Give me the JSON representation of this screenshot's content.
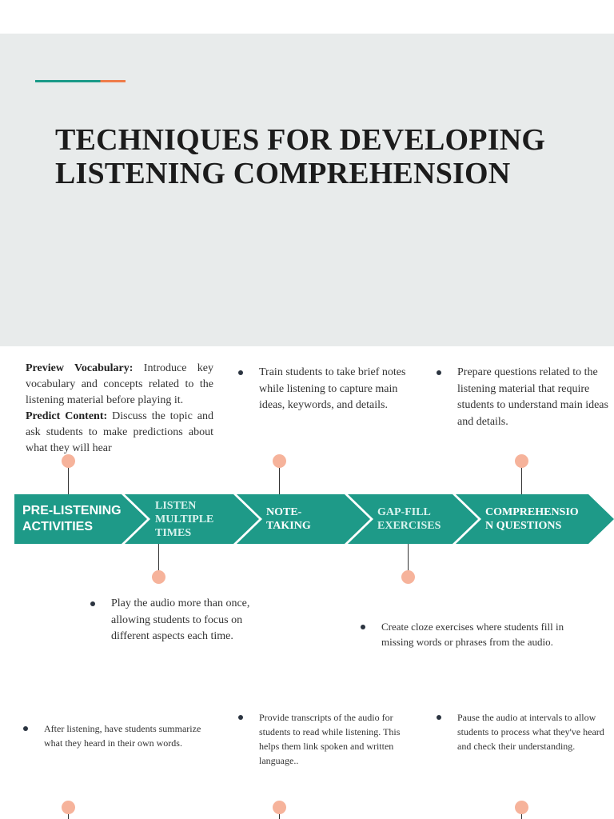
{
  "title": "TECHNIQUES FOR DEVELOPING LISTENING COMPREHENSION",
  "colors": {
    "teal": "#1e9a88",
    "dot": "#f6b39b",
    "hero_bg": "#e8ebeb",
    "accent_orange": "#ef7c4a"
  },
  "preview": {
    "vocab_heading": "Preview Vocabulary:",
    "vocab_text": " Introduce key vocabulary and concepts related to the listening material before playing it.",
    "predict_heading": "Predict Content:",
    "predict_text": " Discuss the topic and ask students to make predictions about what they will hear"
  },
  "stages": [
    {
      "label": "PRE-LISTENING ACTIVITIES"
    },
    {
      "label": "LISTEN MULTIPLE TIMES"
    },
    {
      "label": "NOTE-TAKING"
    },
    {
      "label": "GAP-FILL EXERCISES"
    },
    {
      "label": "COMPREHENSIO N QUESTIONS"
    }
  ],
  "notes": {
    "note_taking": "Train students to take brief notes while listening to capture main ideas, keywords, and details.",
    "comprehension": "Prepare questions related to the listening material that require students to understand main ideas and details.",
    "listen_multiple": "Play the audio more than once, allowing students to focus on different aspects each time.",
    "gap_fill": "Create cloze exercises where students fill in missing words or phrases from the audio.",
    "summarize": "After listening, have students summarize what they heard in their own words.",
    "transcripts": "Provide transcripts of the audio for students to read while listening. This helps them link spoken and written language..",
    "pause": "Pause the audio at intervals to allow students to process what they've heard and check their understanding."
  }
}
